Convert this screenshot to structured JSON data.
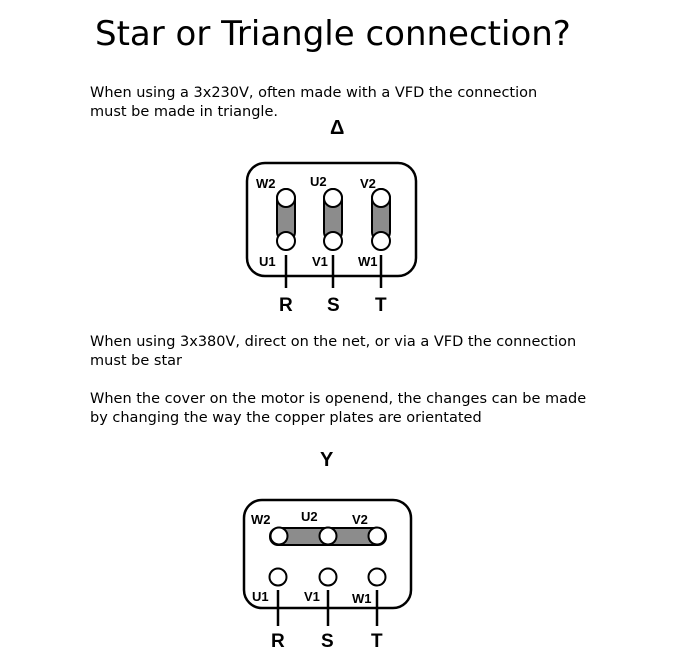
{
  "title": "Star or Triangle connection?",
  "para1": "When using a 3x230V, often made with a VFD the connection\nmust be made in triangle.",
  "delta_symbol": "Δ",
  "para2": "When using 3x380V, direct on the net, or via a VFD the connection\nmust be star",
  "para3": "When the cover on the motor is openend, the changes can be made\nby changing the way the copper plates are orientated",
  "star_symbol": "Y",
  "terminals": {
    "w2": "W2",
    "u2": "U2",
    "v2": "V2",
    "u1": "U1",
    "v1": "V1",
    "w1": "W1"
  },
  "phases": {
    "r": "R",
    "s": "S",
    "t": "T"
  },
  "colors": {
    "plate": "#8c8c8c",
    "line": "#000000"
  }
}
